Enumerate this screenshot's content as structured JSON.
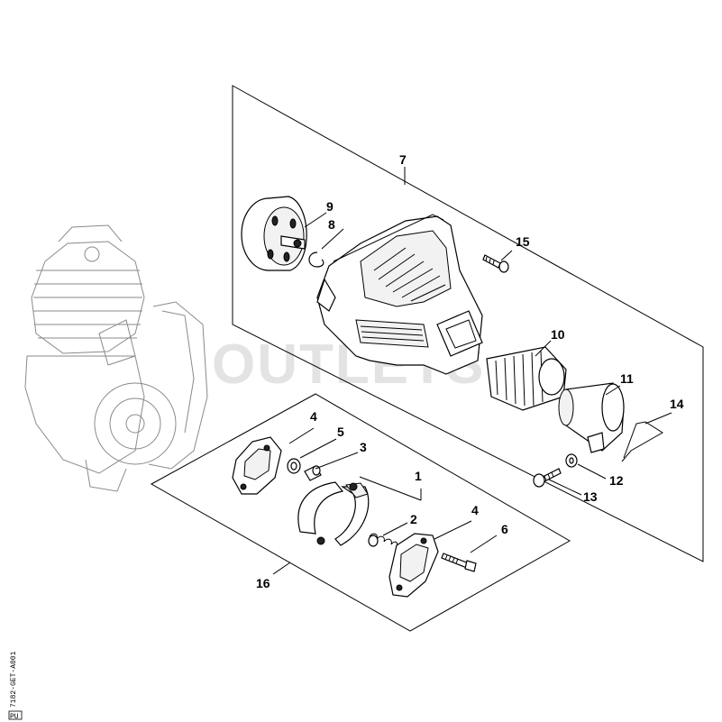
{
  "watermark": "OUTLETS",
  "diagram_code": "7182-GET-A001",
  "corner_mark": "PU",
  "callouts": {
    "c1": "1",
    "c2": "2",
    "c3": "3",
    "c4a": "4",
    "c4b": "4",
    "c5": "5",
    "c6": "6",
    "c7": "7",
    "c8": "8",
    "c9": "9",
    "c10": "10",
    "c11": "11",
    "c12": "12",
    "c13": "13",
    "c14": "14",
    "c15": "15",
    "c16": "16"
  }
}
